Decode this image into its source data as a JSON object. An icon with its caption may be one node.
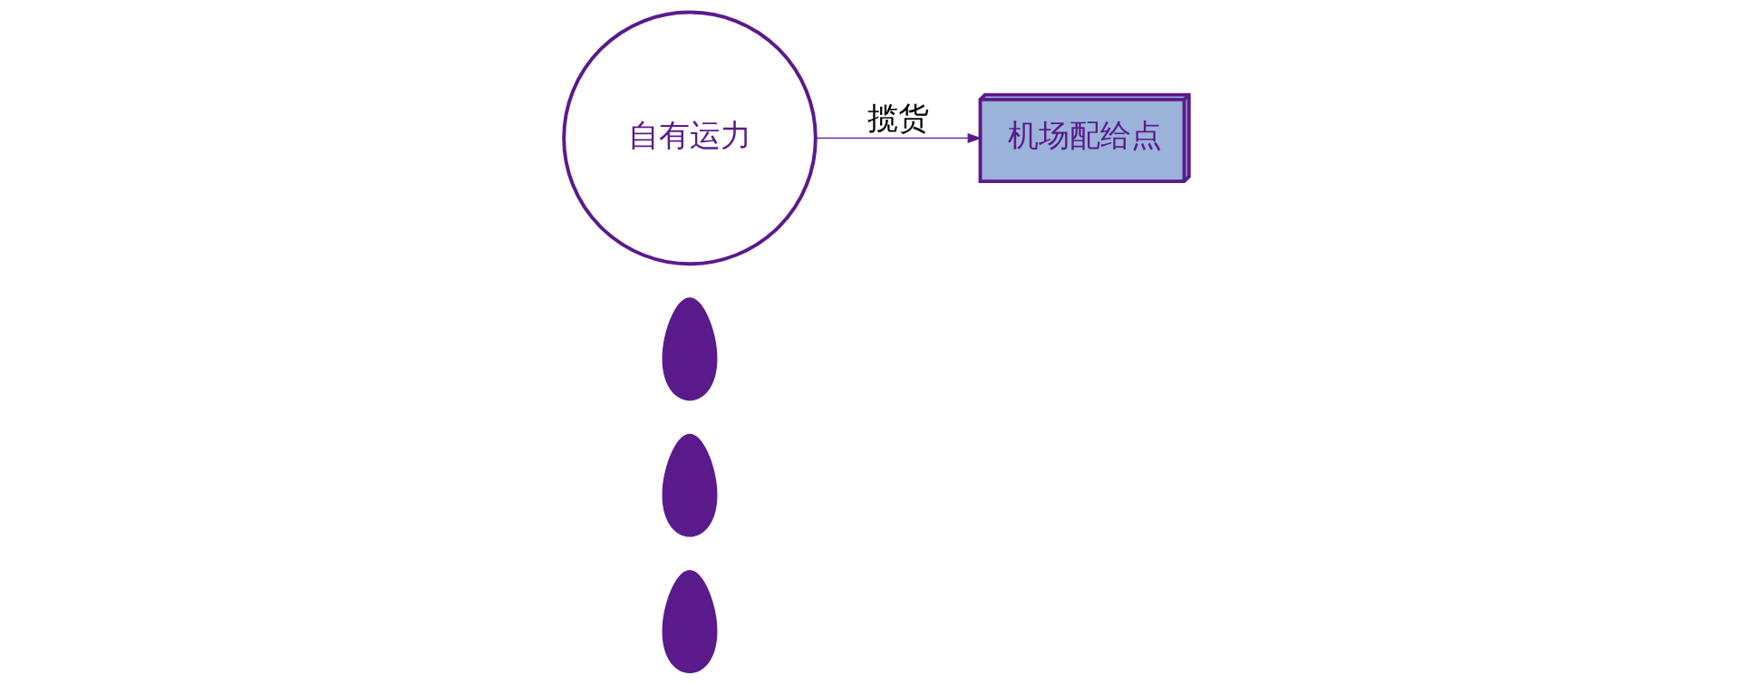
{
  "diagram": {
    "nodes": [
      {
        "text": [],
        "shape": "person"
      },
      {
        "text": [],
        "shape": "person"
      },
      {
        "text": [],
        "shape": "person"
      },
      {
        "text": [
          "自有运力"
        ]
      },
      {
        "text": [
          "机场配给点"
        ]
      }
    ],
    "edges": [
      {
        "from": 3,
        "to": 4,
        "arrow": "to",
        "label": "揽货"
      }
    ]
  }
}
